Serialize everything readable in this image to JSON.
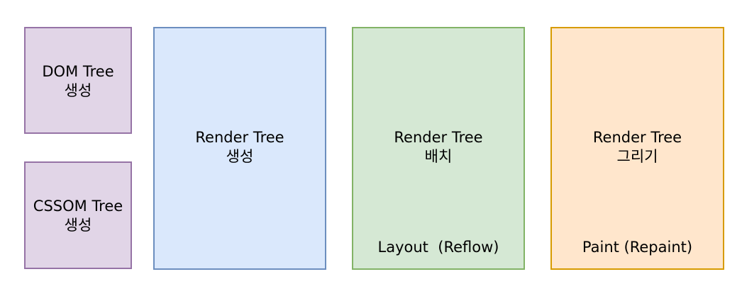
{
  "colors": {
    "purple_fill": "#e1d5e7",
    "purple_stroke": "#9673a6",
    "blue_fill": "#dae8fc",
    "blue_stroke": "#6c8ebf",
    "green_fill": "#d5e8d4",
    "green_stroke": "#82b366",
    "orange_fill": "#ffe6cc",
    "orange_stroke": "#d79b00"
  },
  "boxes": {
    "dom": {
      "line1": "DOM Tree",
      "line2": "생성"
    },
    "cssom": {
      "line1": "CSSOM Tree",
      "line2": "생성"
    },
    "render": {
      "line1": "Render Tree",
      "line2": "생성"
    },
    "layout": {
      "line1": "Render Tree",
      "line2": "배치",
      "footer": "Layout  (Reflow)"
    },
    "paint": {
      "line1": "Render Tree",
      "line2": "그리기",
      "footer": "Paint (Repaint)"
    }
  }
}
